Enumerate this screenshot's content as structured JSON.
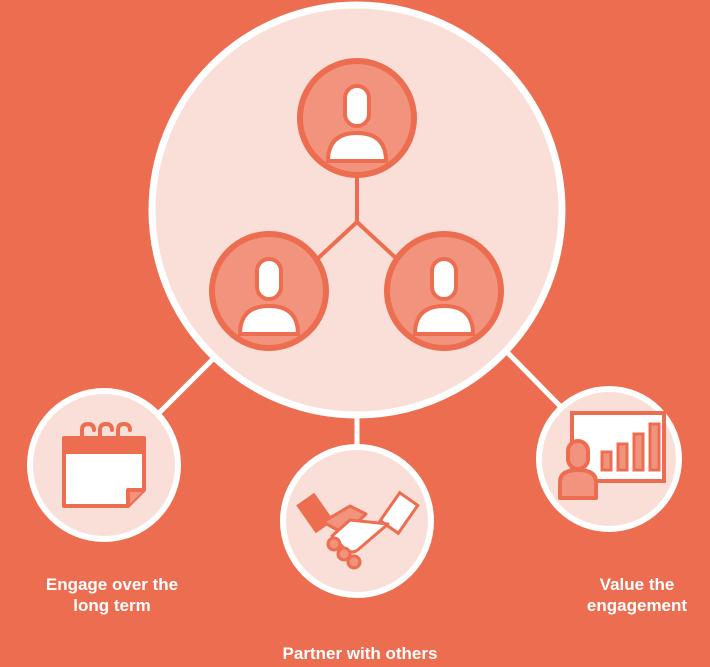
{
  "colors": {
    "background": "#ed6d50",
    "circle_fill": "#f9dfd7",
    "circle_stroke": "#ffffff",
    "accent": "#ed6d50",
    "accent_light": "#f2937d",
    "icon_white": "#ffffff"
  },
  "icons": {
    "hub": "people-network-icon",
    "engage": "calendar-icon",
    "partner": "handshake-icon",
    "value": "presentation-chart-icon"
  },
  "labels": {
    "engage_line1": "Engage over the",
    "engage_line2": "long term",
    "partner": "Partner with others",
    "value_line1": "Value the",
    "value_line2": "engagement"
  }
}
